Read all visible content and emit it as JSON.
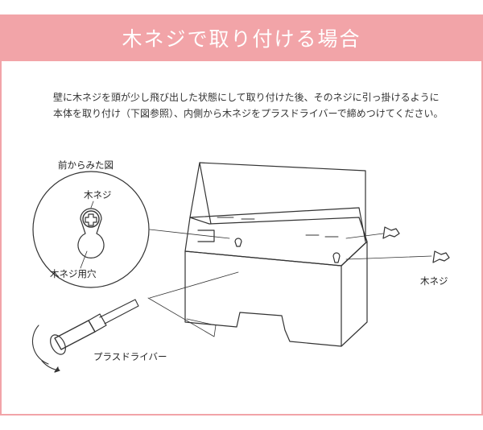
{
  "header": {
    "title": "木ネジで取り付ける場合",
    "color": "#f2a4a8"
  },
  "description": "壁に木ネジを頭が少し飛び出した状態にして取り付けた後、そのネジに引っ掛けるように本体を取り付け（下図参照）、内側から木ネジをプラスドライバーで締めつけてください。",
  "illustration": {
    "front_view_label": "前からみた図",
    "screw_label_inset": "木ネジ",
    "screw_hole_label": "木ネジ用穴",
    "screw_label_right": "木ネジ",
    "driver_label": "プラスドライバー"
  }
}
